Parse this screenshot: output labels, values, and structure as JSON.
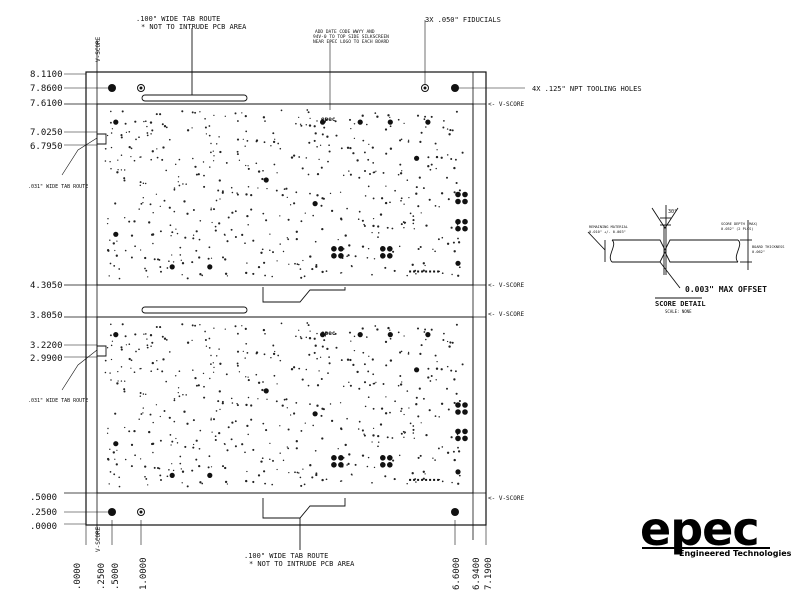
{
  "drawing": {
    "y_dims": [
      ".0000",
      ".2500",
      ".5000",
      "2.9900",
      "3.2200",
      "3.8050",
      "4.3050",
      "6.7950",
      "7.0250",
      "7.6100",
      "7.8600",
      "8.1100"
    ],
    "x_dims": [
      ".0000",
      ".2500",
      ".5000",
      "1.0000",
      "6.6000",
      "6.9400",
      "7.1900"
    ],
    "notes": {
      "tab_route_top": ".100\" WIDE TAB ROUTE",
      "tab_route_top_sub": "* NOT TO INTRUDE PCB AREA",
      "tab_route_bottom": ".100\" WIDE TAB ROUTE",
      "tab_route_bottom_sub": "* NOT TO INTRUDE PCB AREA",
      "fiducials": "3X .050\" FIDUCIALS",
      "tooling": "4X .125\" NPT TOOLING HOLES",
      "side_route_1": ".031\" WIDE TAB ROUTE",
      "side_route_2": ".031\" WIDE TAB ROUTE",
      "date_code_1": "ADD DATE CODE WWYY AND",
      "date_code_2": "94V-0 TO TOP SIDE SILKSCREEN",
      "date_code_3": "NEAR EPEC LOGO TO EACH BOARD"
    },
    "vscore_label": "V-SCORE",
    "vscore_arrow_label": "<- V-SCORE",
    "board_logo": "epec"
  },
  "score_detail": {
    "title": "SCORE DETAIL",
    "scale": "SCALE: NONE",
    "remaining": "REMAINING MATERIAL",
    "remaining_val": "0.010\" +/- 0.003\"",
    "depth": "SCORE DEPTH (MAX)",
    "depth_val": "0.052\" (2 PLCS)",
    "thickness": "BOARD THICKNESS",
    "thickness_val": "0.062\"",
    "angle": "30°",
    "max_offset": "0.003\" MAX OFFSET"
  },
  "logo": {
    "word": "epec",
    "sub": "Engineered Technologies"
  }
}
